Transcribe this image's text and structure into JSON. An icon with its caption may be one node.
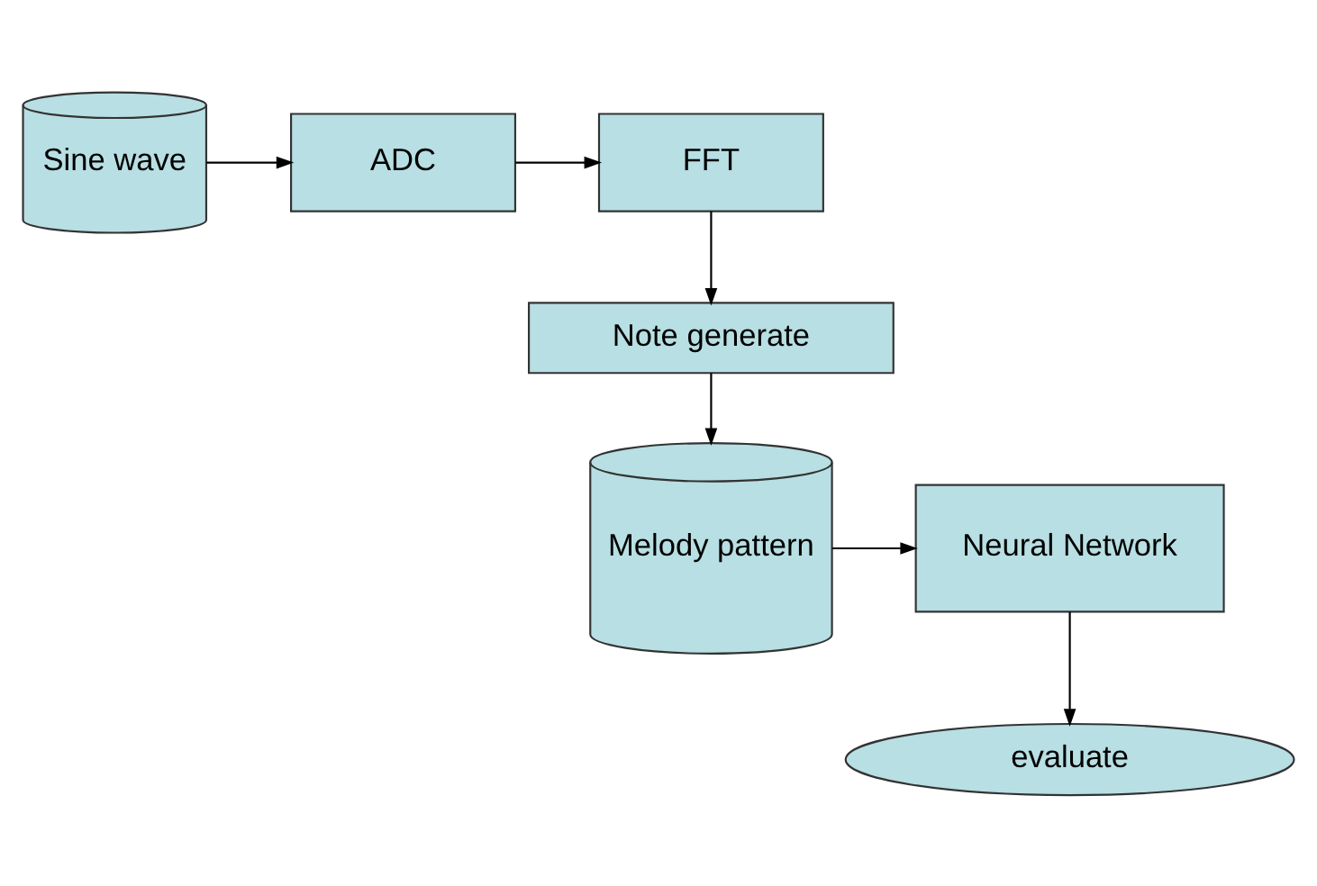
{
  "diagram": {
    "nodes": [
      {
        "text": [
          "Sine wave"
        ]
      },
      {
        "text": [
          "ADC"
        ]
      },
      {
        "text": [
          "FFT"
        ]
      },
      {
        "text": [
          "Note generate"
        ]
      },
      {
        "text": [
          "Melody pattern"
        ]
      },
      {
        "text": [
          "Neural Network"
        ]
      },
      {
        "text": [
          "evaluate"
        ]
      }
    ],
    "edges": [
      {
        "from": 0,
        "to": 1,
        "arrow": "to"
      },
      {
        "from": 1,
        "to": 2,
        "arrow": "to"
      },
      {
        "from": 2,
        "to": 3,
        "arrow": "to"
      },
      {
        "from": 3,
        "to": 4,
        "arrow": "to"
      },
      {
        "from": 4,
        "to": 5,
        "arrow": "to"
      },
      {
        "from": 5,
        "to": 6,
        "arrow": "to"
      }
    ]
  }
}
